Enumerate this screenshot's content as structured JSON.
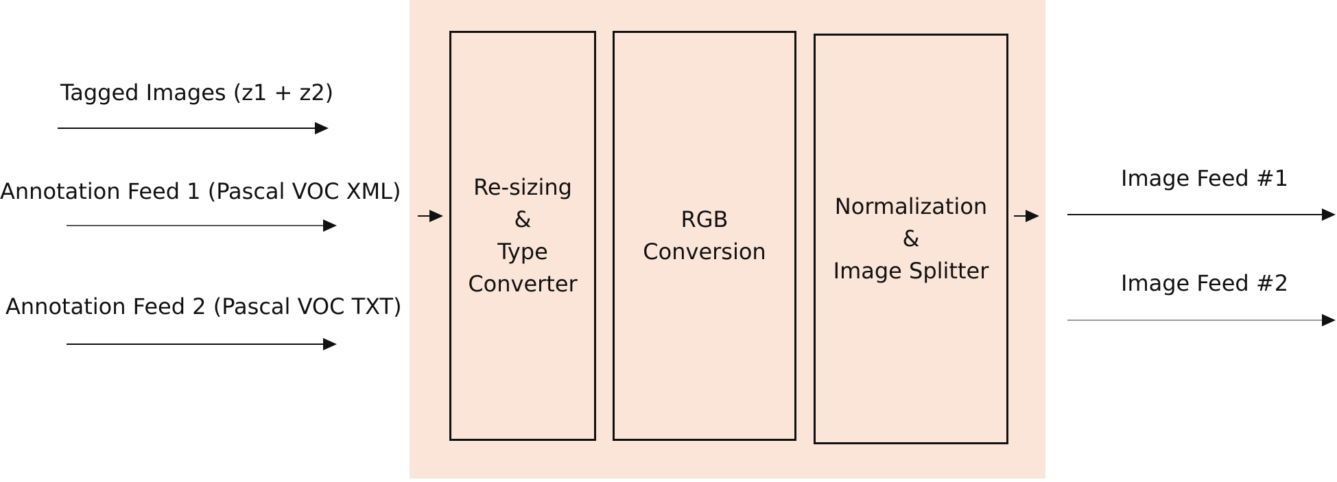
{
  "inputs": [
    {
      "label": "Tagged Images (z1 + z2)"
    },
    {
      "label": "Annotation Feed 1 (Pascal VOC XML)"
    },
    {
      "label": "Annotation Feed 2 (Pascal VOC TXT)"
    }
  ],
  "stages": [
    {
      "lines": [
        "Re-sizing",
        "&",
        "Type",
        "Converter"
      ]
    },
    {
      "lines": [
        "RGB",
        "Conversion"
      ]
    },
    {
      "lines": [
        "Normalization",
        "&",
        "Image Splitter"
      ]
    }
  ],
  "outputs": [
    {
      "label": "Image Feed #1"
    },
    {
      "label": "Image Feed #2"
    }
  ],
  "colors": {
    "panel_background": "#fbe5d8",
    "stroke": "#111111"
  }
}
